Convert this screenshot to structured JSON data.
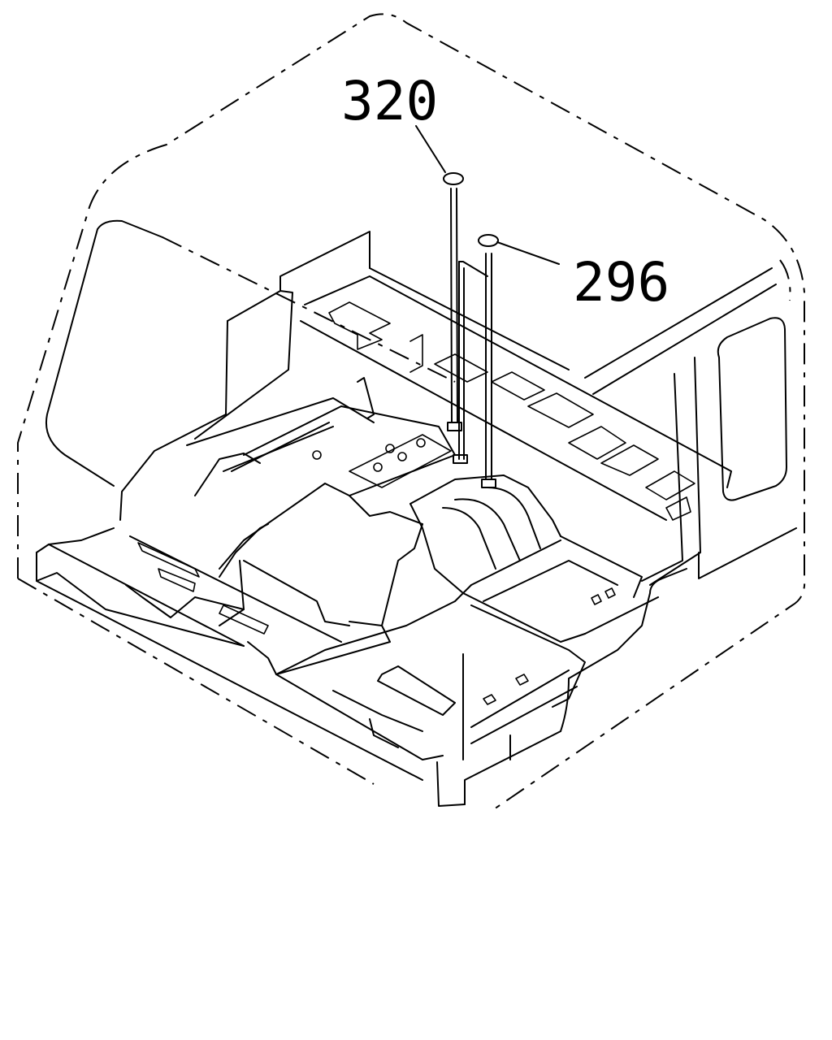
{
  "diagram": {
    "callouts": [
      {
        "id": "part-320",
        "label": "320"
      },
      {
        "id": "part-296",
        "label": "296"
      }
    ],
    "colors": {
      "line": "#000000",
      "background": "#ffffff"
    }
  }
}
